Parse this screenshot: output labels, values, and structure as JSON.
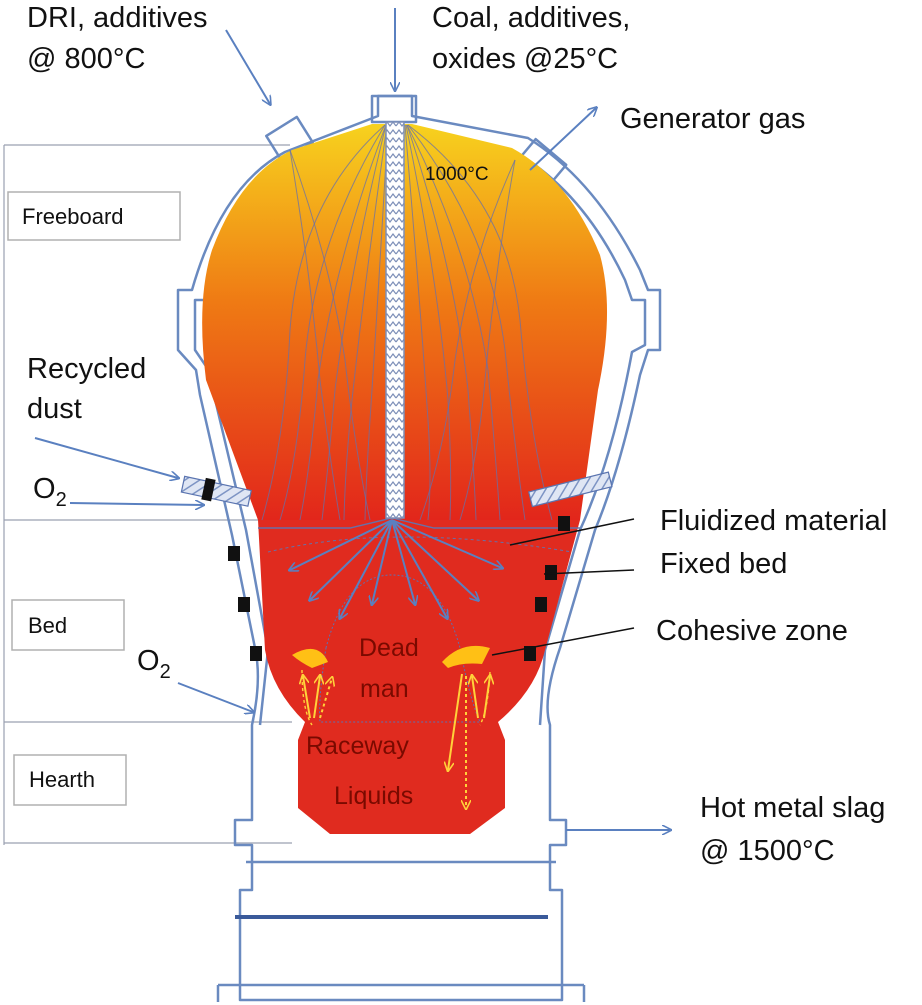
{
  "labels": {
    "dri_line1": "DRI, additives",
    "dri_line2": "@ 800°C",
    "coal_line1": "Coal, additives,",
    "coal_line2": "oxides @25°C",
    "generator_gas": "Generator gas",
    "temp_top": "1000°C",
    "recycled_line1": "Recycled",
    "recycled_line2": "dust",
    "o2_upper_main": "O",
    "o2_upper_sub": "2",
    "o2_lower_main": "O",
    "o2_lower_sub": "2",
    "fluidized": "Fluidized material",
    "fixed_bed": "Fixed bed",
    "cohesive": "Cohesive zone",
    "dead_line1": "Dead",
    "dead_line2": "man",
    "raceway": "Raceway",
    "liquids": "Liquids",
    "hot_line1": "Hot metal slag",
    "hot_line2": "@ 1500°C"
  },
  "zones": {
    "freeboard": "Freeboard",
    "bed": "Bed",
    "hearth": "Hearth"
  },
  "colors": {
    "shell": "#6a8ac0",
    "gradient_top": "#f7d21e",
    "gradient_mid": "#ef7a14",
    "gradient_bottom": "#e2261b",
    "bed_fill": "#e02b1f",
    "arrows": "#5a80c0",
    "cohesive": "#ffc015"
  }
}
